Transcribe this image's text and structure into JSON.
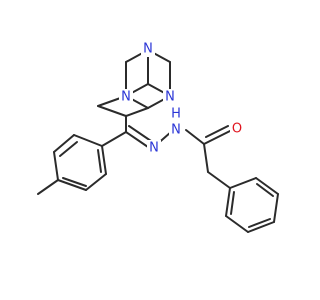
{
  "molecule": {
    "atom_labels": {
      "n_top": "N",
      "n_left": "N",
      "n_right": "N",
      "n_hydrazone": "N",
      "nh_n": "N",
      "nh_h": "H",
      "o_carbonyl": "O"
    },
    "colors": {
      "bond": "#2b2b2b",
      "nitrogen": "#2a35d6",
      "oxygen": "#e0141e"
    }
  }
}
